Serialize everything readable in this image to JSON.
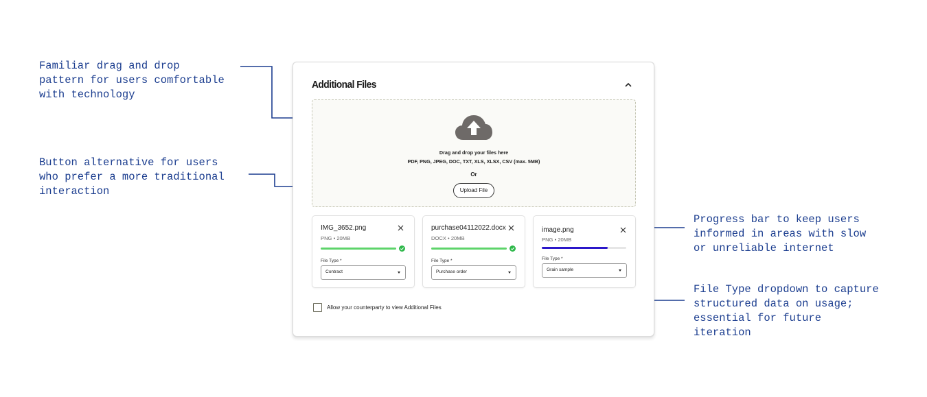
{
  "annotations": {
    "drag_drop": "Familiar drag and drop\npattern for users comfortable\nwith technology",
    "button_alt": "Button alternative for users\nwho prefer a more traditional\ninteraction",
    "progress": "Progress bar to keep users\ninformed in areas with slow\nor unreliable internet",
    "file_type": "File Type dropdown to capture\nstructured data on usage;\nessential for future\niteration"
  },
  "panel": {
    "title": "Additional Files",
    "collapse_icon": "chevron-up-icon"
  },
  "dropzone": {
    "icon": "cloud-upload-icon",
    "heading": "Drag and drop your files here",
    "formats": "PDF, PNG, JPEG, DOC, TXT, XLS, XLSX, CSV (max. 5MB)",
    "or": "Or",
    "upload_label": "Upload File"
  },
  "files": [
    {
      "name": "IMG_3652.png",
      "meta": "PNG • 20MB",
      "progress": 1.0,
      "complete": true,
      "type_label": "File Type *",
      "type_value": "Contract"
    },
    {
      "name": "purchase04112022.docx",
      "meta": "DOCX • 20MB",
      "progress": 1.0,
      "complete": true,
      "type_label": "File Type *",
      "type_value": "Purchase order"
    },
    {
      "name": "image.png",
      "meta": "PNG • 20MB",
      "progress": 0.78,
      "complete": false,
      "type_label": "File Type *",
      "type_value": "Grain sample"
    }
  ],
  "share": {
    "label": "Allow your counterparty to view Additional Files",
    "checked": false
  },
  "colors": {
    "annotation": "#1b3d8f",
    "progress_complete": "#5dd46a",
    "progress_active": "#2b17c9",
    "check": "#2eb84a",
    "cloud": "#6e6a68"
  }
}
